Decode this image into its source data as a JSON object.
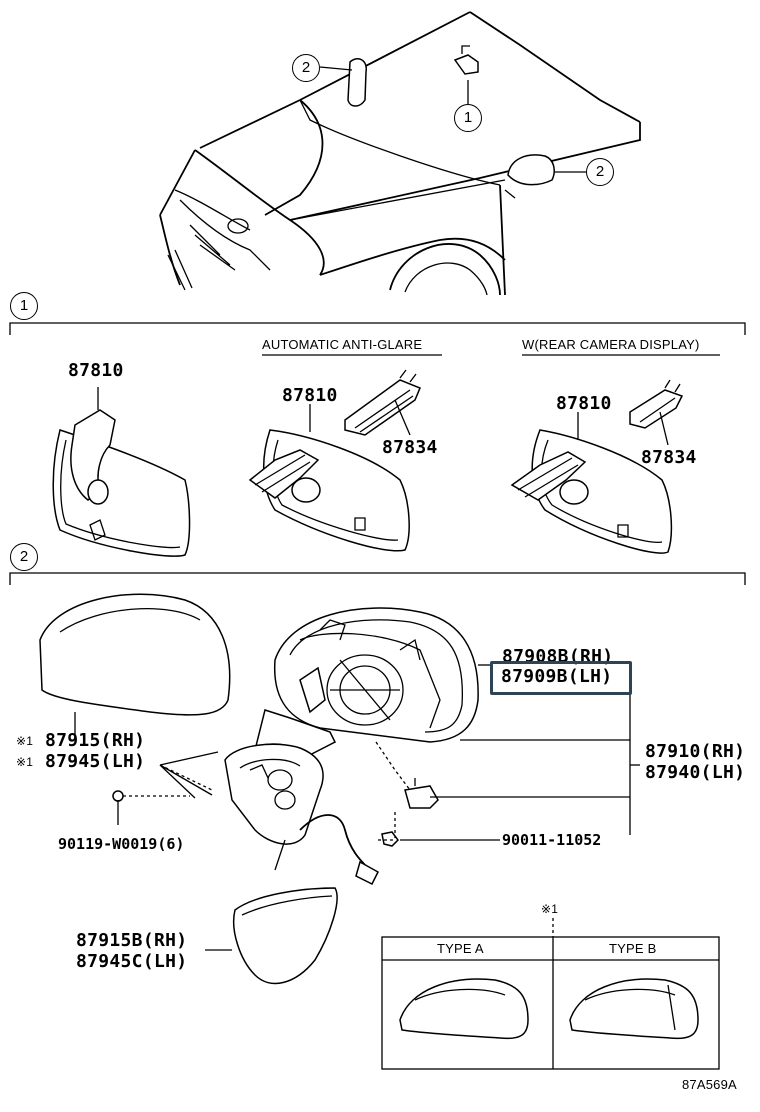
{
  "ref_circles": {
    "one": "1",
    "two": "2"
  },
  "section_headers": {
    "anti_glare": "AUTOMATIC ANTI-GLARE",
    "rear_camera": "W(REAR CAMERA DISPLAY)"
  },
  "parts": {
    "inner_mirror_std": "87810",
    "inner_mirror_antiglare": "87810",
    "inner_mirror_antiglare_cover": "87834",
    "inner_mirror_camera": "87810",
    "inner_mirror_camera_cover": "87834",
    "outer_mirror_rh": "87908B(RH)",
    "outer_mirror_lh": "87909B(LH)",
    "cover_rh": "87915(RH)",
    "cover_lh": "87945(LH)",
    "cover_mark_rh": "※1",
    "cover_mark_lh": "※1",
    "mirror_assy_rh": "87910(RH)",
    "mirror_assy_lh": "87940(LH)",
    "bolt": "90119-W0019(6)",
    "screw": "90011-11052",
    "lower_cover_rh": "87915B(RH)",
    "lower_cover_lh": "87945C(LH)"
  },
  "type_table": {
    "mark": "※1",
    "type_a": "TYPE A",
    "type_b": "TYPE B"
  },
  "figure_id": "87A569A",
  "highlight_color": "#2d4457"
}
